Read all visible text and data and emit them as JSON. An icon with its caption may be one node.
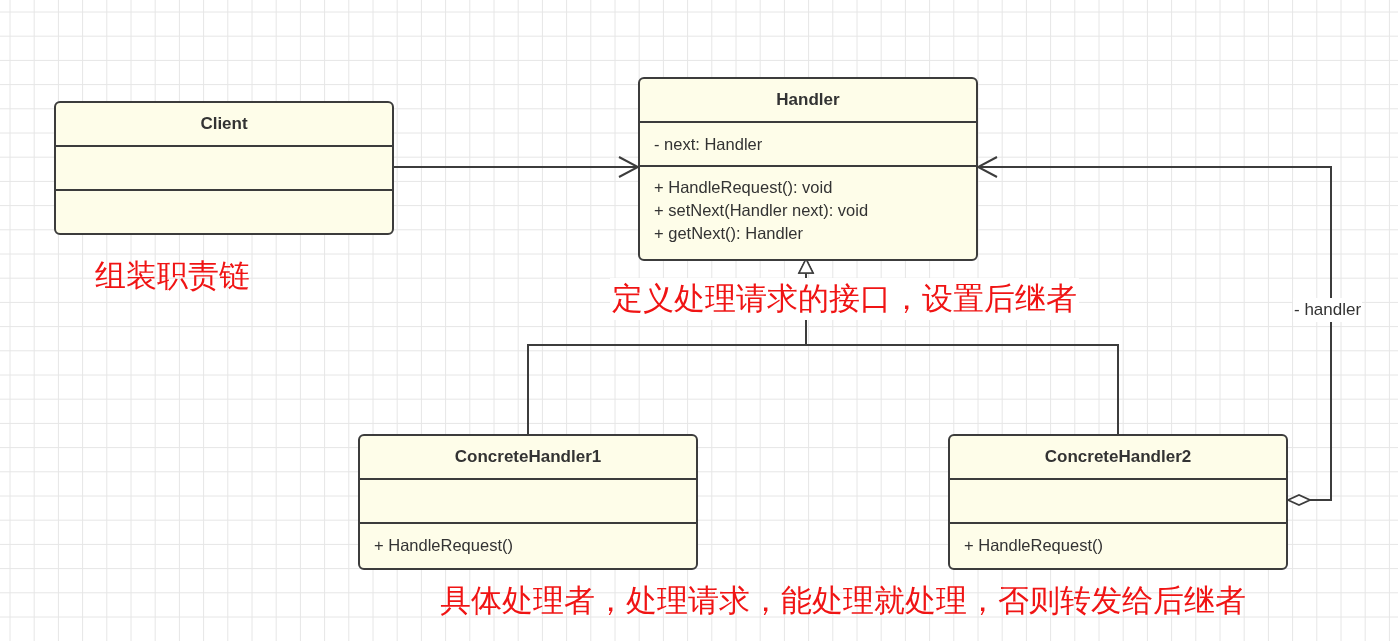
{
  "diagram": {
    "nodes": [
      {
        "text": [
          "Client"
        ],
        "beside": [
          "组装职责链"
        ]
      },
      {
        "text": [
          "Handler",
          "- next: Handler",
          "+ HandleRequest(): void",
          "+ setNext(Handler next): void",
          "+ getNext(): Handler"
        ],
        "beside": [
          "定义处理请求的接口，设置后继者"
        ]
      },
      {
        "text": [
          "ConcreteHandler1",
          "+ HandleRequest()"
        ]
      },
      {
        "text": [
          "ConcreteHandler2",
          "+ HandleRequest()"
        ]
      }
    ],
    "edges": [
      {
        "from": 0,
        "to": 1,
        "arrow": "to"
      },
      {
        "from": 2,
        "to": 1,
        "arrow": "to"
      },
      {
        "from": 3,
        "to": 1,
        "arrow": "to"
      },
      {
        "from": 3,
        "to": 1,
        "arrow": "to",
        "label": "- handler"
      }
    ],
    "labels": [
      "具体处理者，处理请求，能处理就处理，否则转发给后继者"
    ]
  }
}
